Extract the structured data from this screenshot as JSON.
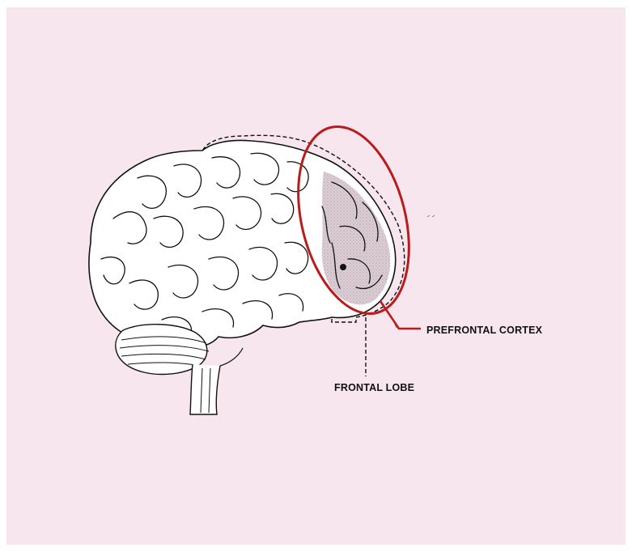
{
  "diagram": {
    "labels": {
      "prefrontal_cortex": "PREFRONTAL CORTEX",
      "frontal_lobe": "FRONTAL LOBE"
    },
    "colors": {
      "background": "#f8e6ee",
      "outline": "#111111",
      "highlight": "#b81c1c",
      "shading": "#cbbcc3"
    },
    "icons": [
      "brain-illustration",
      "highlight-ellipse",
      "dashed-boundary",
      "marker-dot"
    ]
  }
}
